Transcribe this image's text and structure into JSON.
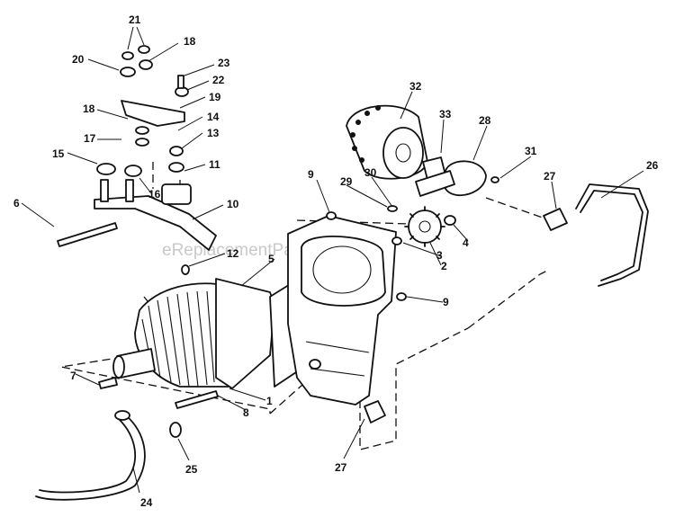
{
  "watermark": "eReplacementParts.com",
  "part_labels": [
    {
      "id": "1",
      "text": "1"
    },
    {
      "id": "2",
      "text": "2"
    },
    {
      "id": "3",
      "text": "3"
    },
    {
      "id": "4",
      "text": "4"
    },
    {
      "id": "5",
      "text": "5"
    },
    {
      "id": "6",
      "text": "6"
    },
    {
      "id": "7",
      "text": "7"
    },
    {
      "id": "8",
      "text": "8"
    },
    {
      "id": "9a",
      "text": "9"
    },
    {
      "id": "9b",
      "text": "9"
    },
    {
      "id": "10",
      "text": "10"
    },
    {
      "id": "11",
      "text": "11"
    },
    {
      "id": "12",
      "text": "12"
    },
    {
      "id": "13",
      "text": "13"
    },
    {
      "id": "14",
      "text": "14"
    },
    {
      "id": "15",
      "text": "15"
    },
    {
      "id": "16",
      "text": "16"
    },
    {
      "id": "17",
      "text": "17"
    },
    {
      "id": "18a",
      "text": "18"
    },
    {
      "id": "18b",
      "text": "18"
    },
    {
      "id": "19",
      "text": "19"
    },
    {
      "id": "20",
      "text": "20"
    },
    {
      "id": "21",
      "text": "21"
    },
    {
      "id": "22",
      "text": "22"
    },
    {
      "id": "23",
      "text": "23"
    },
    {
      "id": "24",
      "text": "24"
    },
    {
      "id": "25",
      "text": "25"
    },
    {
      "id": "26",
      "text": "26"
    },
    {
      "id": "27a",
      "text": "27"
    },
    {
      "id": "27b",
      "text": "27"
    },
    {
      "id": "28",
      "text": "28"
    },
    {
      "id": "29",
      "text": "29"
    },
    {
      "id": "30",
      "text": "30"
    },
    {
      "id": "31",
      "text": "31"
    },
    {
      "id": "32",
      "text": "32"
    },
    {
      "id": "33",
      "text": "33"
    }
  ]
}
